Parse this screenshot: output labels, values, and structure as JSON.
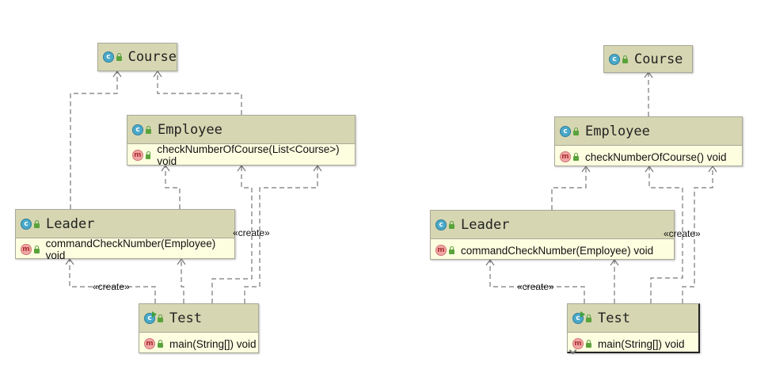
{
  "diagram_left": {
    "course": {
      "name": "Course",
      "icon": "class-icon",
      "visibility_icon": "public-lock-icon"
    },
    "employee": {
      "name": "Employee",
      "method": "checkNumberOfCourse(List<Course>) void"
    },
    "leader": {
      "name": "Leader",
      "method": "commandCheckNumber(Employee) void"
    },
    "test": {
      "name": "Test",
      "method": "main(String[]) void"
    },
    "labels": {
      "create_leader": "«create»",
      "create_employee": "«create»"
    }
  },
  "diagram_right": {
    "course": {
      "name": "Course"
    },
    "employee": {
      "name": "Employee",
      "method": "checkNumberOfCourse() void"
    },
    "leader": {
      "name": "Leader",
      "method": "commandCheckNumber(Employee) void"
    },
    "test": {
      "name": "Test",
      "method": "main(String[]) void"
    },
    "labels": {
      "create_leader": "«create»",
      "create_employee": "«create»"
    }
  },
  "icons": {
    "class_letter": "c",
    "method_letter": "m"
  },
  "colors": {
    "header_bg": "#d6d6b2",
    "body_bg": "#fdfde0",
    "border": "#a9a99a",
    "edge": "#777777",
    "class_icon": "#4aa9c9",
    "method_icon": "#f2a6a6",
    "visibility_icon": "#5aa33b"
  }
}
